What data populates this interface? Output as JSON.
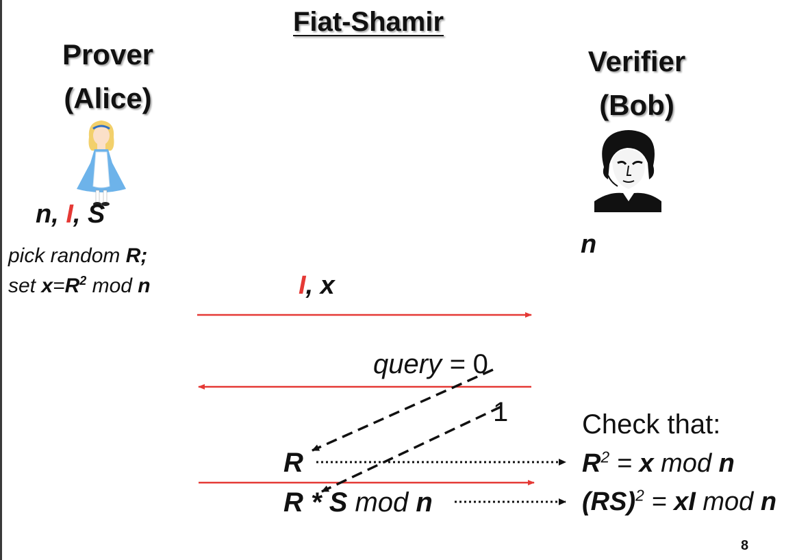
{
  "title": "Fiat-Shamir",
  "prover": {
    "role_line1": "Prover",
    "role_line2": "(Alice)"
  },
  "verifier": {
    "role_line1": "Verifier",
    "role_line2": "(Bob)"
  },
  "alice_params": {
    "n": "n",
    "sep1": ", ",
    "I": "I",
    "sep2": ", ",
    "S": "S"
  },
  "alice_steps": {
    "step1_prefix": "pick random ",
    "step1_var": "R",
    "step1_suffix": ";",
    "step2_prefix": "set ",
    "step2_x": "x",
    "step2_eq": "=",
    "step2_R": "R",
    "step2_exp": "2",
    "step2_mod": " mod ",
    "step2_n": "n"
  },
  "bob_param": "n",
  "message1": {
    "I": "I",
    "rest": ", x"
  },
  "query": {
    "label": "query = ",
    "zero": "0",
    "one": "1"
  },
  "response": {
    "r": "R",
    "rs_R": "R",
    "rs_star": " * ",
    "rs_S": "S",
    "rs_mod": " mod ",
    "rs_n": "n"
  },
  "check": {
    "title": "Check that:",
    "c1_R": "R",
    "c1_exp": "2",
    "c1_eq": " = ",
    "c1_x": "x",
    "c1_mod": " mod ",
    "c1_n": "n",
    "c2_RS": "(RS)",
    "c2_exp": "2",
    "c2_eq": " = ",
    "c2_xI": "xI",
    "c2_mod": " mod ",
    "c2_n": "n"
  },
  "page_number": "8",
  "colors": {
    "arrow_red": "#e53935",
    "highlight_red": "#e53935",
    "text": "#111111"
  },
  "icons": {
    "alice": "alice-portrait",
    "bob": "bob-portrait"
  }
}
